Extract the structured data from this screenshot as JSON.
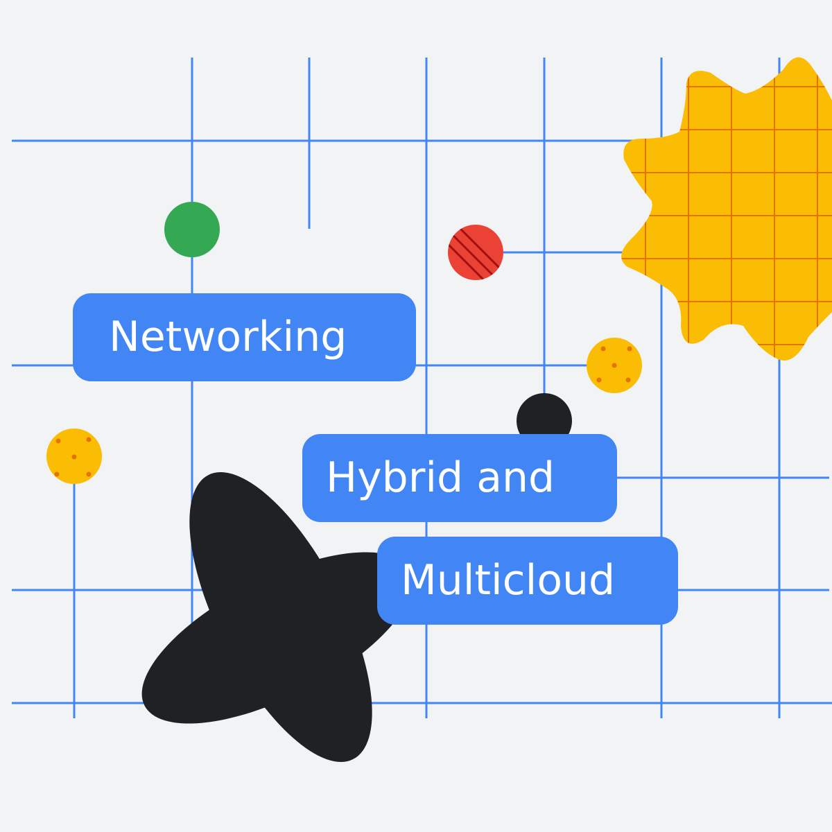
{
  "labels": {
    "networking": "Networking",
    "hybrid": "Hybrid and",
    "multicloud": "Multicloud"
  },
  "colors": {
    "background": "#f1f3f4",
    "grid_line": "#4285f4",
    "label_fill": "#4285f4",
    "label_text": "#ffffff",
    "green_dot": "#34a853",
    "red_dot": "#ea4335",
    "red_stripe": "#a50e0e",
    "yellow": "#fbbc04",
    "yellow_pattern": "#e37400",
    "black": "#202124"
  },
  "decorations": [
    "grid-lines",
    "green-dot",
    "red-striped-dot",
    "yellow-dotted-circle",
    "black-dot",
    "black-x-shape",
    "yellow-plaid-starburst"
  ]
}
